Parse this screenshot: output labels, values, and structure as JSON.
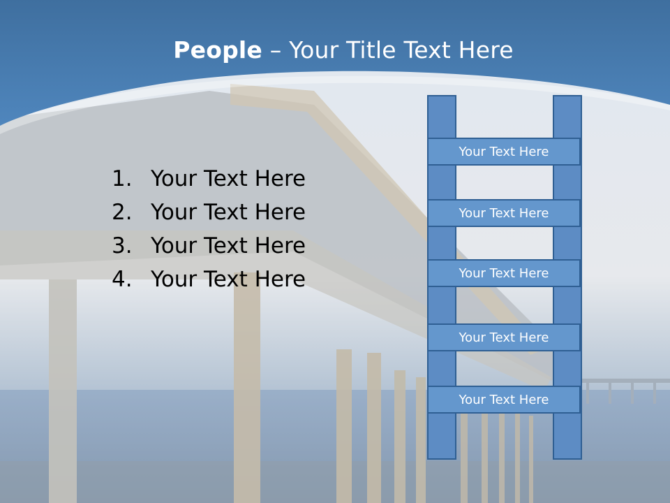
{
  "slide": {
    "title_bold": "People",
    "title_rest": " – Your Title Text Here"
  },
  "list": {
    "items": [
      {
        "num": "1.",
        "text": "Your Text Here"
      },
      {
        "num": "2.",
        "text": "Your Text Here"
      },
      {
        "num": "3.",
        "text": "Your Text Here"
      },
      {
        "num": "4.",
        "text": "Your Text Here"
      }
    ]
  },
  "ladder": {
    "rungs": [
      "Your Text Here",
      "Your Text Here",
      "Your Text Here",
      "Your Text Here",
      "Your Text Here"
    ]
  },
  "colors": {
    "header_blue": "#4a80b8",
    "ladder_fill": "#6497cd",
    "ladder_border": "#2f5f93"
  }
}
